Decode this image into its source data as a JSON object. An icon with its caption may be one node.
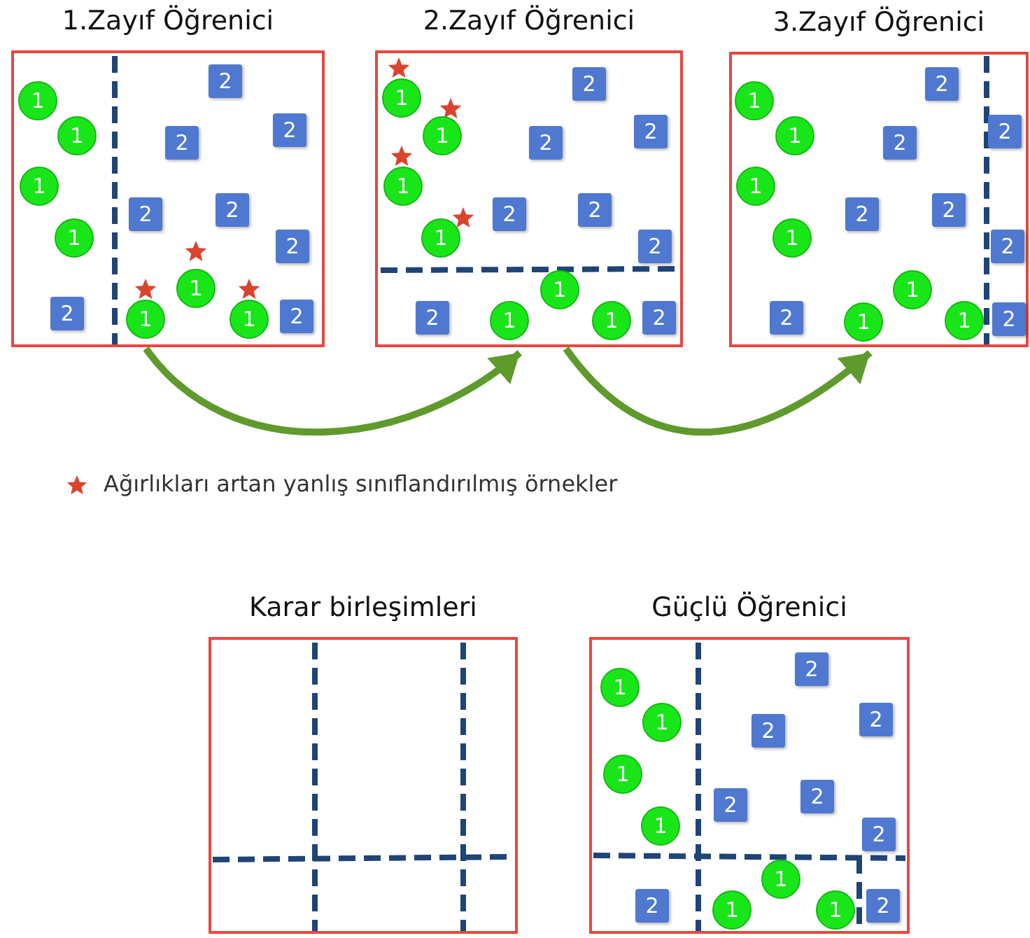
{
  "diagram": {
    "nodes": [
      {
        "text": [
          "1.Zayıf Öğrenici"
        ]
      },
      {
        "text": [
          "1"
        ],
        "in": 0
      },
      {
        "text": [
          "1"
        ],
        "in": 0
      },
      {
        "text": [
          "1"
        ],
        "in": 0
      },
      {
        "text": [
          "1"
        ],
        "in": 0
      },
      {
        "text": [
          "1"
        ],
        "in": 0
      },
      {
        "text": [
          "1"
        ],
        "in": 0
      },
      {
        "text": [
          "1"
        ],
        "in": 0
      },
      {
        "text": [
          "2"
        ],
        "in": 0
      },
      {
        "text": [
          "2"
        ],
        "in": 0
      },
      {
        "text": [
          "2"
        ],
        "in": 0
      },
      {
        "text": [
          "2"
        ],
        "in": 0
      },
      {
        "text": [
          "2"
        ],
        "in": 0
      },
      {
        "text": [
          "2"
        ],
        "in": 0
      },
      {
        "text": [
          "2"
        ],
        "in": 0
      },
      {
        "text": [
          "2"
        ],
        "in": 0
      },
      {
        "text": [
          "2.Zayıf Öğrenici"
        ]
      },
      {
        "text": [
          "1"
        ],
        "in": 16
      },
      {
        "text": [
          "1"
        ],
        "in": 16
      },
      {
        "text": [
          "1"
        ],
        "in": 16
      },
      {
        "text": [
          "1"
        ],
        "in": 16
      },
      {
        "text": [
          "1"
        ],
        "in": 16
      },
      {
        "text": [
          "1"
        ],
        "in": 16
      },
      {
        "text": [
          "1"
        ],
        "in": 16
      },
      {
        "text": [
          "2"
        ],
        "in": 16
      },
      {
        "text": [
          "2"
        ],
        "in": 16
      },
      {
        "text": [
          "2"
        ],
        "in": 16
      },
      {
        "text": [
          "2"
        ],
        "in": 16
      },
      {
        "text": [
          "2"
        ],
        "in": 16
      },
      {
        "text": [
          "2"
        ],
        "in": 16
      },
      {
        "text": [
          "2"
        ],
        "in": 16
      },
      {
        "text": [
          "2"
        ],
        "in": 16
      },
      {
        "text": [
          "3.Zayıf Öğrenici"
        ]
      },
      {
        "text": [
          "1"
        ],
        "in": 32
      },
      {
        "text": [
          "1"
        ],
        "in": 32
      },
      {
        "text": [
          "1"
        ],
        "in": 32
      },
      {
        "text": [
          "1"
        ],
        "in": 32
      },
      {
        "text": [
          "1"
        ],
        "in": 32
      },
      {
        "text": [
          "1"
        ],
        "in": 32
      },
      {
        "text": [
          "1"
        ],
        "in": 32
      },
      {
        "text": [
          "2"
        ],
        "in": 32
      },
      {
        "text": [
          "2"
        ],
        "in": 32
      },
      {
        "text": [
          "2"
        ],
        "in": 32
      },
      {
        "text": [
          "2"
        ],
        "in": 32
      },
      {
        "text": [
          "2"
        ],
        "in": 32
      },
      {
        "text": [
          "2"
        ],
        "in": 32
      },
      {
        "text": [
          "2"
        ],
        "in": 32
      },
      {
        "text": [
          "2"
        ],
        "in": 32
      },
      {
        "text": [
          "Karar birleşimleri"
        ]
      },
      {
        "text": [
          "Güçlü Öğrenici"
        ]
      },
      {
        "text": [
          "1"
        ],
        "in": 49
      },
      {
        "text": [
          "1"
        ],
        "in": 49
      },
      {
        "text": [
          "1"
        ],
        "in": 49
      },
      {
        "text": [
          "1"
        ],
        "in": 49
      },
      {
        "text": [
          "1"
        ],
        "in": 49
      },
      {
        "text": [
          "1"
        ],
        "in": 49
      },
      {
        "text": [
          "1"
        ],
        "in": 49
      },
      {
        "text": [
          "2"
        ],
        "in": 49
      },
      {
        "text": [
          "2"
        ],
        "in": 49
      },
      {
        "text": [
          "2"
        ],
        "in": 49
      },
      {
        "text": [
          "2"
        ],
        "in": 49
      },
      {
        "text": [
          "2"
        ],
        "in": 49
      },
      {
        "text": [
          "2"
        ],
        "in": 49
      },
      {
        "text": [
          "2"
        ],
        "in": 49
      },
      {
        "text": [
          "2"
        ],
        "in": 49
      }
    ],
    "edges": [
      {
        "from": 0,
        "to": 16,
        "arrow": "to",
        "color": "#5e9a2c"
      },
      {
        "from": 16,
        "to": 32,
        "arrow": "to",
        "color": "#5e9a2c"
      }
    ],
    "legend": [
      {
        "text": "Ağırlıkları artan yanlış sınıflandırılmış örnekler"
      }
    ]
  }
}
